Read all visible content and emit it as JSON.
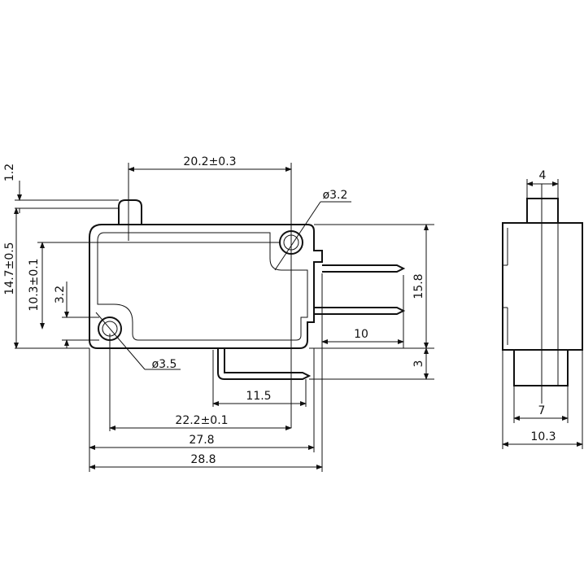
{
  "front_view": {
    "dims": {
      "d_12": "1.2",
      "d_202": "20.2±0.3",
      "d_147": "14.7±0.5",
      "d_103": "10.3±0.1",
      "d_32h": "3.2",
      "d_32dia": "ø3.2",
      "d_35dia": "ø3.5",
      "d_158": "15.8",
      "d_10": "10",
      "d_3": "3",
      "d_115": "11.5",
      "d_222": "22.2±0.1",
      "d_278": "27.8",
      "d_288": "28.8"
    }
  },
  "side_view": {
    "dims": {
      "d_4": "4",
      "d_7": "7",
      "d_103w": "10.3"
    }
  }
}
